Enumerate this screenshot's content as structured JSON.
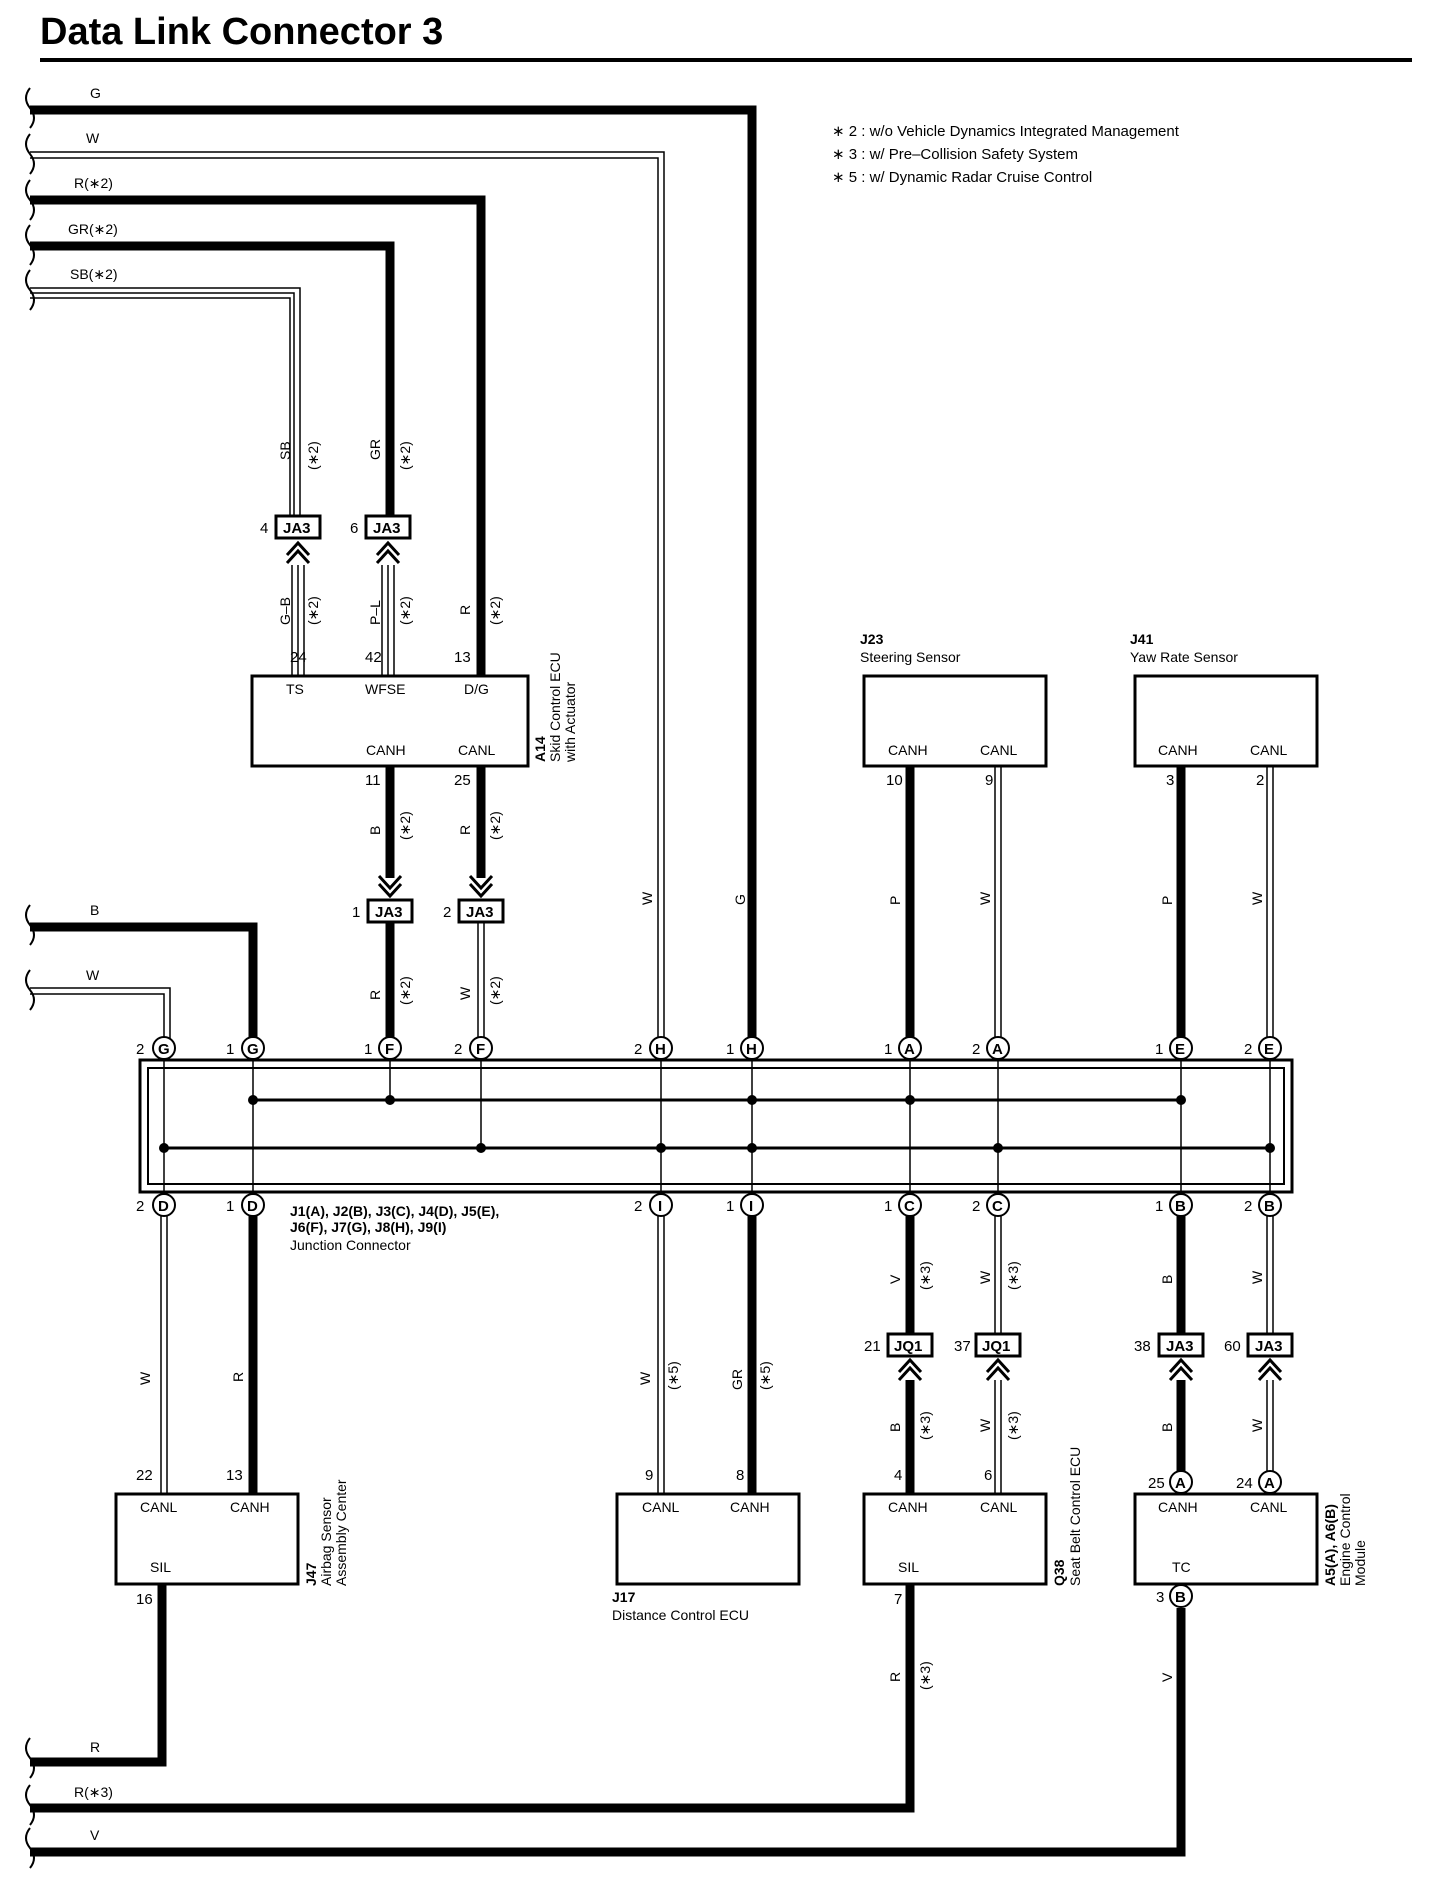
{
  "title": "Data Link Connector 3",
  "notes": [
    "∗ 2 : w/o Vehicle Dynamics Integrated Management",
    "∗ 3 : w/ Pre–Collision Safety System",
    "∗ 5 : w/ Dynamic Radar Cruise Control"
  ],
  "wires_top": {
    "g": "G",
    "w": "W",
    "r2": "R(∗2)",
    "gr2": "GR(∗2)",
    "sb2": "SB(∗2)"
  },
  "wires_mid": {
    "b": "B",
    "w": "W"
  },
  "wires_bottom": {
    "r": "R",
    "r3": "R(∗3)",
    "v": "V"
  },
  "connectors": {
    "ja3": "JA3",
    "jq1": "JQ1",
    "a14": {
      "id": "A14",
      "name1": "Skid Control ECU",
      "name2": "with Actuator",
      "pins": [
        "TS",
        "WFSE",
        "D/G",
        "CANH",
        "CANL"
      ],
      "pinnums": [
        "24",
        "42",
        "13",
        "11",
        "25"
      ]
    },
    "j23": {
      "id": "J23",
      "name": "Steering Sensor",
      "canh": "CANH",
      "canl": "CANL",
      "p1": "10",
      "p2": "9"
    },
    "j41": {
      "id": "J41",
      "name": "Yaw Rate Sensor",
      "canh": "CANH",
      "canl": "CANL",
      "p1": "3",
      "p2": "2"
    },
    "junction": {
      "line1": "J1(A), J2(B), J3(C), J4(D), J5(E),",
      "line2": "J6(F), J7(G), J8(H), J9(I)",
      "line3": "Junction Connector"
    },
    "j47": {
      "id": "J47",
      "name1": "Airbag Sensor",
      "name2": "Assembly Center",
      "canl": "CANL",
      "canh": "CANH",
      "sil": "SIL",
      "p1": "22",
      "p2": "13",
      "p3": "16"
    },
    "j17": {
      "id": "J17",
      "name": "Distance Control ECU",
      "canl": "CANL",
      "canh": "CANH",
      "p1": "9",
      "p2": "8"
    },
    "q38": {
      "id": "Q38",
      "name": "Seat Belt Control ECU",
      "canh": "CANH",
      "canl": "CANL",
      "sil": "SIL",
      "p1": "4",
      "p2": "6",
      "p3": "7"
    },
    "a5": {
      "id": "A5(A), A6(B)",
      "name1": "Engine Control",
      "name2": "Module",
      "canh": "CANH",
      "canl": "CANL",
      "tc": "TC",
      "p1": "25",
      "p2": "24",
      "p3": "3"
    }
  },
  "pin_letters": [
    "G",
    "G",
    "F",
    "F",
    "H",
    "H",
    "A",
    "A",
    "E",
    "E",
    "D",
    "D",
    "I",
    "I",
    "C",
    "C",
    "B",
    "B",
    "A",
    "A",
    "B"
  ],
  "pin_numbers": {
    "ja3_top_1": "4",
    "ja3_top_2": "6",
    "ja3_mid_1": "1",
    "ja3_mid_2": "2",
    "jq1_1": "21",
    "jq1_2": "37",
    "ja3_bot_1": "38",
    "ja3_bot_2": "60",
    "one": "1",
    "two": "2"
  },
  "vert_labels": {
    "sb": "SB",
    "gr": "GR",
    "gb": "G–B",
    "pl": "P–L",
    "r": "R",
    "b": "B",
    "w": "W",
    "g": "G",
    "p": "P",
    "v": "V",
    "s2": "(∗2)",
    "s3": "(∗3)",
    "s5": "(∗5)"
  }
}
